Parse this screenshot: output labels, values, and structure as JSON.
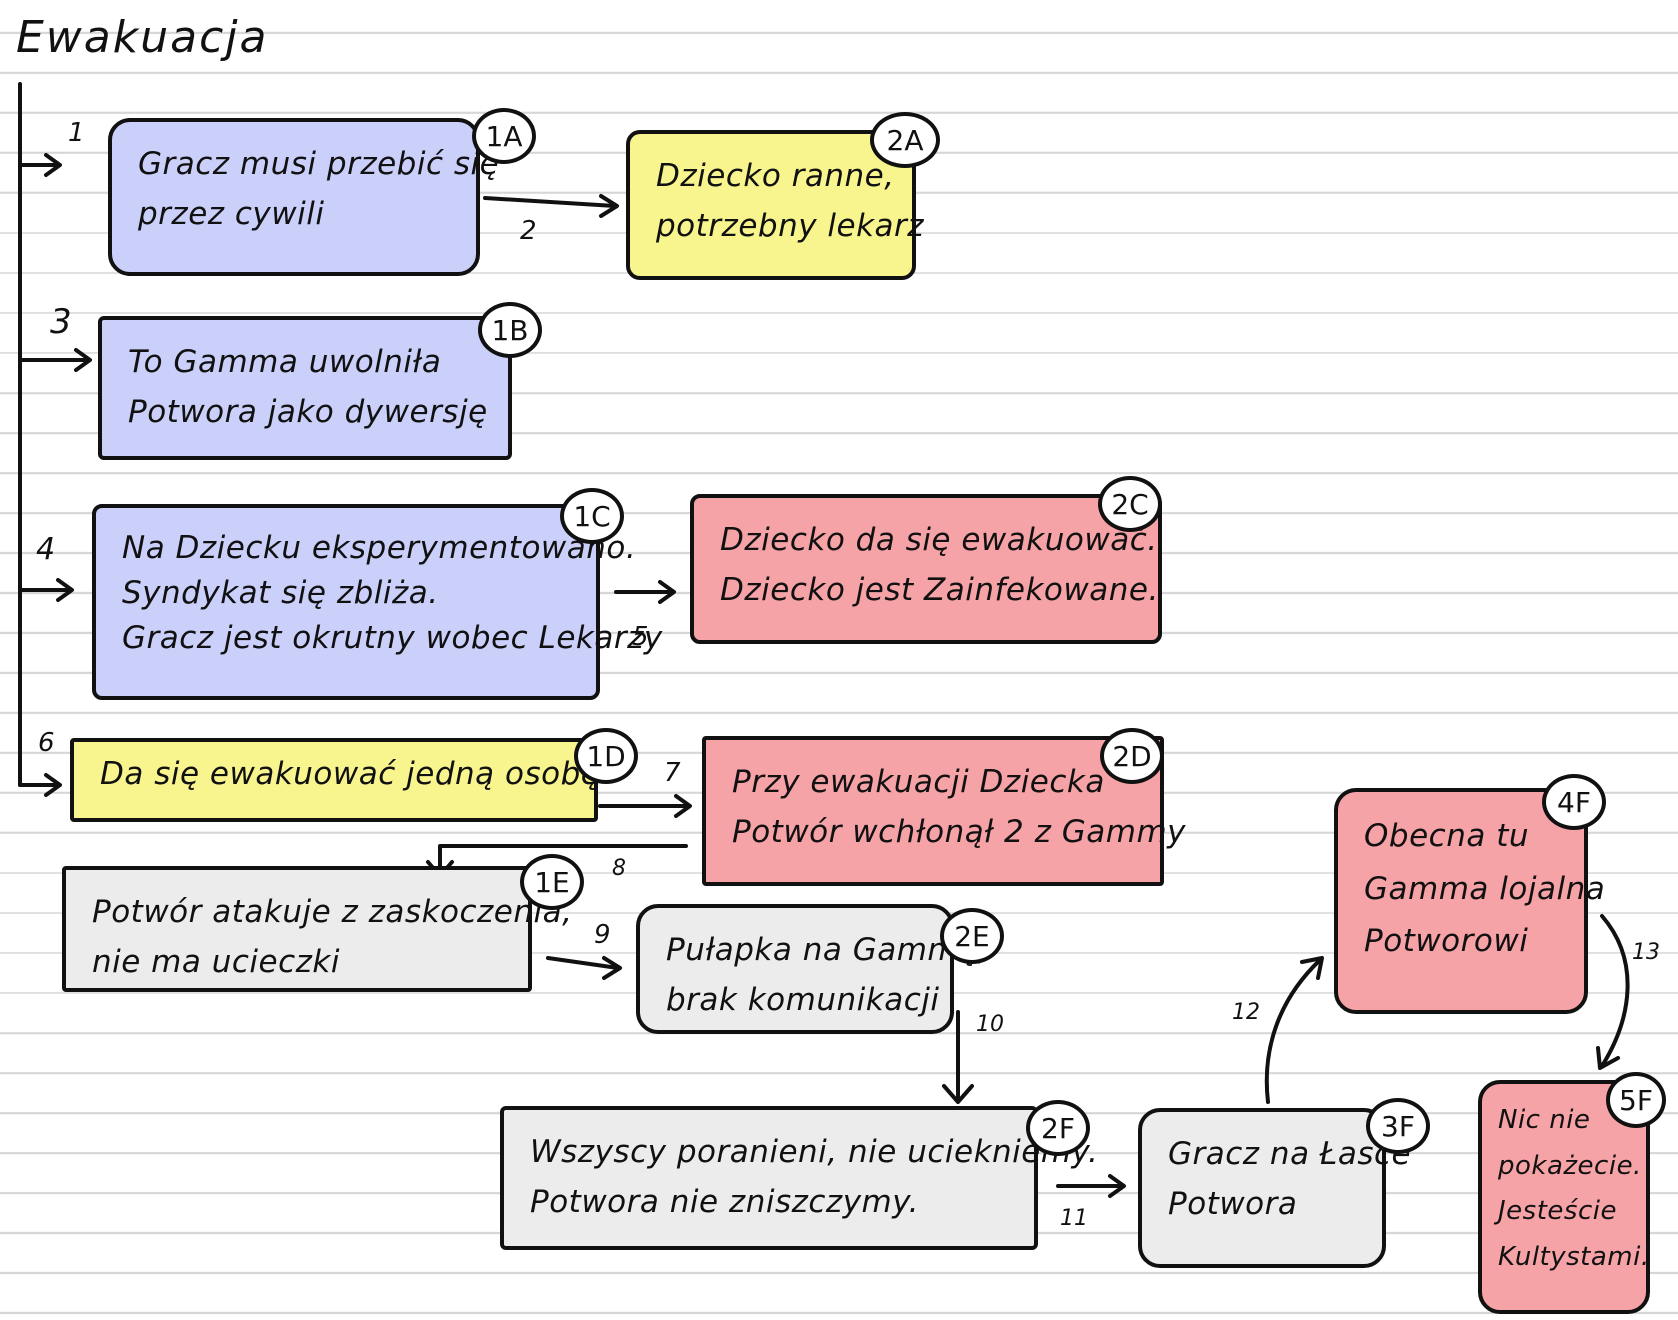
{
  "title": "Ewakuacja",
  "colors": {
    "blue": "#cbd0fb",
    "yellow": "#f8f58e",
    "red": "#f6a3a7",
    "gray": "#ececec",
    "ink": "#111111"
  },
  "nodes": {
    "n1A": {
      "tag": "1A",
      "lines": [
        "Gracz musi przebić się",
        "przez cywili"
      ]
    },
    "n2A": {
      "tag": "2A",
      "lines": [
        "Dziecko ranne,",
        "potrzebny lekarz"
      ]
    },
    "n1B": {
      "tag": "1B",
      "lines": [
        "To Gamma uwolniła",
        "Potwora jako dywersję"
      ]
    },
    "n1C": {
      "tag": "1C",
      "lines": [
        "Na Dziecku eksperymentowano.",
        "Syndykat się zbliża.",
        "Gracz jest okrutny wobec Lekarzy"
      ]
    },
    "n2C": {
      "tag": "2C",
      "lines": [
        "Dziecko da się ewakuować.",
        "Dziecko jest Zainfekowane."
      ]
    },
    "n1D": {
      "tag": "1D",
      "lines": [
        "Da się ewakuować jedną osobę"
      ]
    },
    "n2D": {
      "tag": "2D",
      "lines": [
        "Przy ewakuacji Dziecka",
        "Potwór wchłonął 2 z Gammy"
      ]
    },
    "n1E": {
      "tag": "1E",
      "lines": [
        "Potwór atakuje z zaskoczenia,",
        "nie ma ucieczki"
      ]
    },
    "n2E": {
      "tag": "2E",
      "lines": [
        "Pułapka na Gammę,",
        "brak komunikacji"
      ]
    },
    "n2F": {
      "tag": "2F",
      "lines": [
        "Wszyscy poranieni, nie uciekniemy.",
        "Potwora nie zniszczymy."
      ]
    },
    "n3F": {
      "tag": "3F",
      "lines": [
        "Gracz na Łasce",
        "Potwora"
      ]
    },
    "n4F": {
      "tag": "4F",
      "lines": [
        "Obecna tu",
        "Gamma lojalna",
        "Potworowi"
      ]
    },
    "n5F": {
      "tag": "5F",
      "lines": [
        "Nic nie",
        "pokażecie.",
        "Jesteście",
        "Kultystami."
      ]
    }
  },
  "edge_labels": [
    "1",
    "2",
    "3",
    "4",
    "5",
    "6",
    "7",
    "8",
    "9",
    "10",
    "11",
    "12",
    "13"
  ]
}
